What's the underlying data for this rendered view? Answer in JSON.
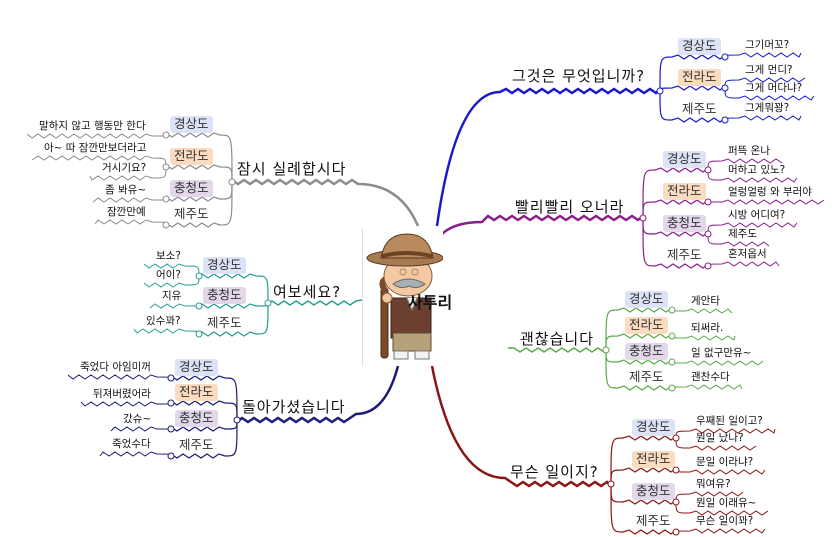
{
  "center": {
    "label": "사투리",
    "image": "old-man-with-cane"
  },
  "region_colors": {
    "경상도": "#dde3f6",
    "전라도": "#fbdcc1",
    "충청도": "#e3d7ea",
    "제주도": "transparent"
  },
  "branches": [
    {
      "title": "그것은 무엇입니까?",
      "color": "#1a1acc",
      "subs": [
        {
          "region": "경상도",
          "leaves": [
            "그기머꼬?"
          ]
        },
        {
          "region": "전라도",
          "leaves": [
            "그게 먼디?",
            "그게 머다냐?"
          ]
        },
        {
          "region": "제주도",
          "leaves": [
            "그게뭐꽝?"
          ]
        }
      ]
    },
    {
      "title": "빨리빨리 오너라",
      "color": "#8a1f8a",
      "subs": [
        {
          "region": "경상도",
          "leaves": [
            "퍼뜩 온나",
            "머하고 있노?"
          ]
        },
        {
          "region": "전라도",
          "leaves": [
            "얼렁얼렁 와 부러야"
          ]
        },
        {
          "region": "충청도",
          "leaves": [
            "시방 어디여?",
            "제주도"
          ]
        },
        {
          "region": "제주도",
          "leaves": [
            "혼저옵서"
          ]
        }
      ]
    },
    {
      "title": "괜찮습니다",
      "color": "#5aaa48",
      "subs": [
        {
          "region": "경상도",
          "leaves": [
            "게안타"
          ]
        },
        {
          "region": "전라도",
          "leaves": [
            "되써라."
          ]
        },
        {
          "region": "충청도",
          "leaves": [
            "일 없구만유~"
          ]
        },
        {
          "region": "제주도",
          "leaves": [
            "괜찬수다"
          ]
        }
      ]
    },
    {
      "title": "무슨 일이지?",
      "color": "#8b1414",
      "subs": [
        {
          "region": "경상도",
          "leaves": [
            "우째된 일이고?",
            "뭔일 났나?"
          ]
        },
        {
          "region": "전라도",
          "leaves": [
            "문일 이라냐?"
          ]
        },
        {
          "region": "충청도",
          "leaves": [
            "뭐여유?",
            "뭔일 이래유~"
          ]
        },
        {
          "region": "제주도",
          "leaves": [
            "무슨 일이꽈?"
          ]
        }
      ]
    },
    {
      "title": "잠시 실례합시다",
      "color": "#8c8c8c",
      "subs": [
        {
          "region": "경상도",
          "leaves": [
            "말하지 않고 행동만 한다"
          ]
        },
        {
          "region": "전라도",
          "leaves": [
            "아~ 따 잠깐만보더라고",
            "거시기요?"
          ]
        },
        {
          "region": "충청도",
          "leaves": [
            "좀 봐유~"
          ]
        },
        {
          "region": "제주도",
          "leaves": [
            "잠깐만예"
          ]
        }
      ]
    },
    {
      "title": "여보세요?",
      "color": "#2a9d8f",
      "subs": [
        {
          "region": "경상도",
          "leaves": [
            "보소?",
            "어이?"
          ]
        },
        {
          "region": "충청도",
          "leaves": [
            "지유"
          ]
        },
        {
          "region": "제주도",
          "leaves": [
            "있수꽈?"
          ]
        }
      ]
    },
    {
      "title": "돌아가셨습니다",
      "color": "#1c1c78",
      "subs": [
        {
          "region": "경상도",
          "leaves": [
            "죽었다 아임미꺼"
          ]
        },
        {
          "region": "전라도",
          "leaves": [
            "뒤져버렸어라"
          ]
        },
        {
          "region": "충청도",
          "leaves": [
            "갔슈~"
          ]
        },
        {
          "region": "제주도",
          "leaves": [
            "죽었수다"
          ]
        }
      ]
    }
  ]
}
